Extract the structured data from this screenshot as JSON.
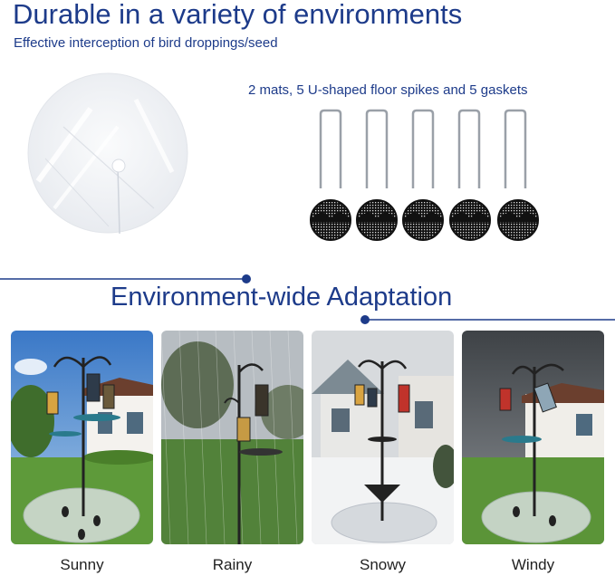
{
  "header": {
    "title": "Durable in a variety of environments",
    "subtitle": "Effective interception of bird droppings/seed"
  },
  "accessories": {
    "label": "2 mats, 5 U-shaped floor spikes and 5 gaskets",
    "spike_count": 5,
    "gasket_count": 5,
    "icons": [
      "clear-mat-icon",
      "u-spike-icon",
      "gasket-icon"
    ]
  },
  "section": {
    "title": "Environment-wide Adaptation"
  },
  "scenes": [
    {
      "label": "Sunny"
    },
    {
      "label": "Rainy"
    },
    {
      "label": "Snowy"
    },
    {
      "label": "Windy"
    }
  ],
  "colors": {
    "brand_blue": "#1d3b8a",
    "label_text": "#222222"
  }
}
